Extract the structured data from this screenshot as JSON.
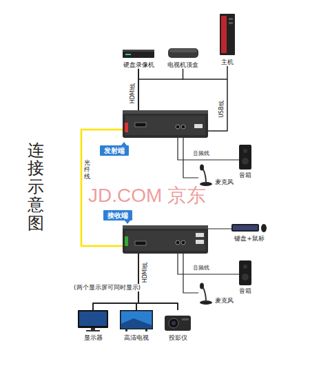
{
  "diagram": {
    "title": "连接示意图",
    "nodes": [
      {
        "text": [
          "硬盘录像机"
        ]
      },
      {
        "text": [
          "电视机顶盒"
        ]
      },
      {
        "text": [
          "主机"
        ]
      },
      {
        "text": [
          "发射端"
        ]
      },
      {
        "text": [
          "音箱"
        ]
      },
      {
        "text": [
          "麦克风"
        ]
      },
      {
        "text": [
          "接收端"
        ]
      },
      {
        "text": [
          "键盘+鼠标"
        ]
      },
      {
        "text": [
          "音箱"
        ]
      },
      {
        "text": [
          "麦克风"
        ]
      },
      {
        "text": [
          "显示器"
        ]
      },
      {
        "text": [
          "高清电视"
        ]
      },
      {
        "text": [
          "投影仪"
        ]
      }
    ],
    "edges": [
      {
        "from": 0,
        "to": 3,
        "label": "HDMI线",
        "arrow": "none"
      },
      {
        "from": 1,
        "to": 3,
        "arrow": "none"
      },
      {
        "from": 2,
        "to": 3,
        "label": "USB线",
        "arrow": "none"
      },
      {
        "from": 3,
        "to": 4,
        "label": "音频线",
        "arrow": "none"
      },
      {
        "from": 3,
        "to": 5,
        "arrow": "none"
      },
      {
        "from": 3,
        "to": 6,
        "label": "光纤线",
        "arrow": "none"
      },
      {
        "from": 6,
        "to": 7,
        "arrow": "none"
      },
      {
        "from": 6,
        "to": 8,
        "label": "音频线",
        "arrow": "none"
      },
      {
        "from": 6,
        "to": 9,
        "arrow": "none"
      },
      {
        "from": 6,
        "to": 10,
        "label": "HDMI线",
        "arrow": "none"
      },
      {
        "from": 6,
        "to": 11,
        "arrow": "none"
      },
      {
        "from": 6,
        "to": 12,
        "arrow": "none"
      }
    ],
    "labels": [
      "JD.COM 京东",
      "(两个显示屏可同时显示)"
    ]
  }
}
